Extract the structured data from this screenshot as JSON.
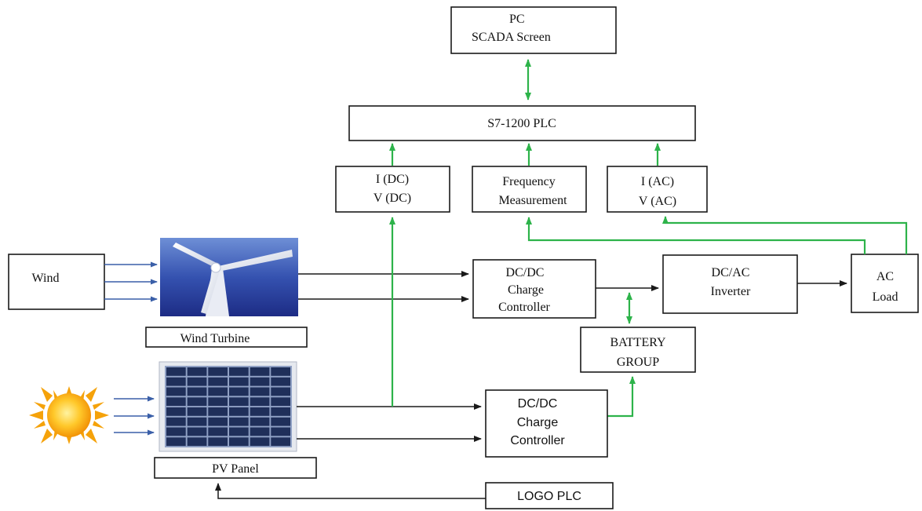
{
  "boxes": {
    "pc": {
      "line1": "PC",
      "line2": "SCADA Screen"
    },
    "plc": {
      "label": "S7-1200 PLC"
    },
    "dc_meas": {
      "line1": "I (DC)",
      "line2": "V (DC)"
    },
    "freq_meas": {
      "line1": "Frequency",
      "line2": "Measurement"
    },
    "ac_meas": {
      "line1": "I (AC)",
      "line2": "V (AC)"
    },
    "wind": {
      "label": "Wind"
    },
    "wind_turbine": {
      "label": "Wind Turbine"
    },
    "charge_ctrl_top": {
      "line1": "DC/DC",
      "line2": "Charge",
      "line3": "Controller"
    },
    "inverter": {
      "line1": "DC/AC",
      "line2": "Inverter"
    },
    "ac_load": {
      "line1": "AC",
      "line2": "Load"
    },
    "battery": {
      "line1": "BATTERY",
      "line2": "GROUP"
    },
    "charge_ctrl_bottom": {
      "line1": "DC/DC",
      "line2": "Charge",
      "line3": "Controller"
    },
    "pv_panel": {
      "label": "PV Panel"
    },
    "logo_plc": {
      "label": "LOGO PLC"
    }
  },
  "colors": {
    "signal_line": "#2db34a",
    "power_line": "#1a1a1a",
    "input_arrow": "#3a5fa8",
    "sky": "#2a3f9e",
    "sun": "#f5a20a",
    "panel_cell": "#1f2f5a"
  },
  "icons": {
    "turbine": "wind-turbine-photo",
    "sun": "sun-icon",
    "panel": "solar-panel-photo"
  }
}
